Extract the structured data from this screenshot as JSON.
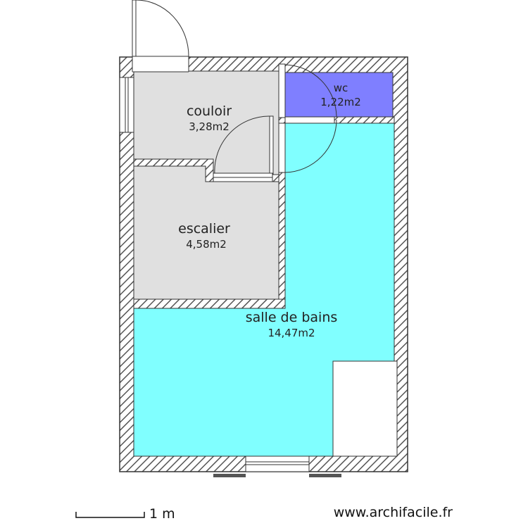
{
  "rooms": {
    "couloir": {
      "name": "couloir",
      "area": "3,28m2",
      "color": "#e0e0e0"
    },
    "wc": {
      "name": "wc",
      "area": "1,22m2",
      "color": "#7f7fff"
    },
    "escalier": {
      "name": "escalier",
      "area": "4,58m2",
      "color": "#e0e0e0"
    },
    "salle_de_bains": {
      "name": "salle de bains",
      "area": "14,47m2",
      "color": "#80ffff"
    }
  },
  "scale": {
    "label": "1 m"
  },
  "footer": {
    "website": "www.archifacile.fr"
  }
}
